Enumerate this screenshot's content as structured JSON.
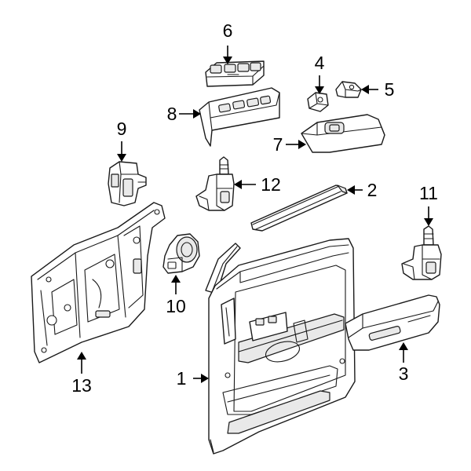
{
  "callouts": {
    "c1": "1",
    "c2": "2",
    "c3": "3",
    "c4": "4",
    "c5": "5",
    "c6": "6",
    "c7": "7",
    "c8": "8",
    "c9": "9",
    "c10": "10",
    "c11": "11",
    "c12": "12",
    "c13": "13"
  },
  "colors": {
    "line": "#1a1a1a",
    "background": "#ffffff",
    "shade": "#e9e9e9"
  }
}
